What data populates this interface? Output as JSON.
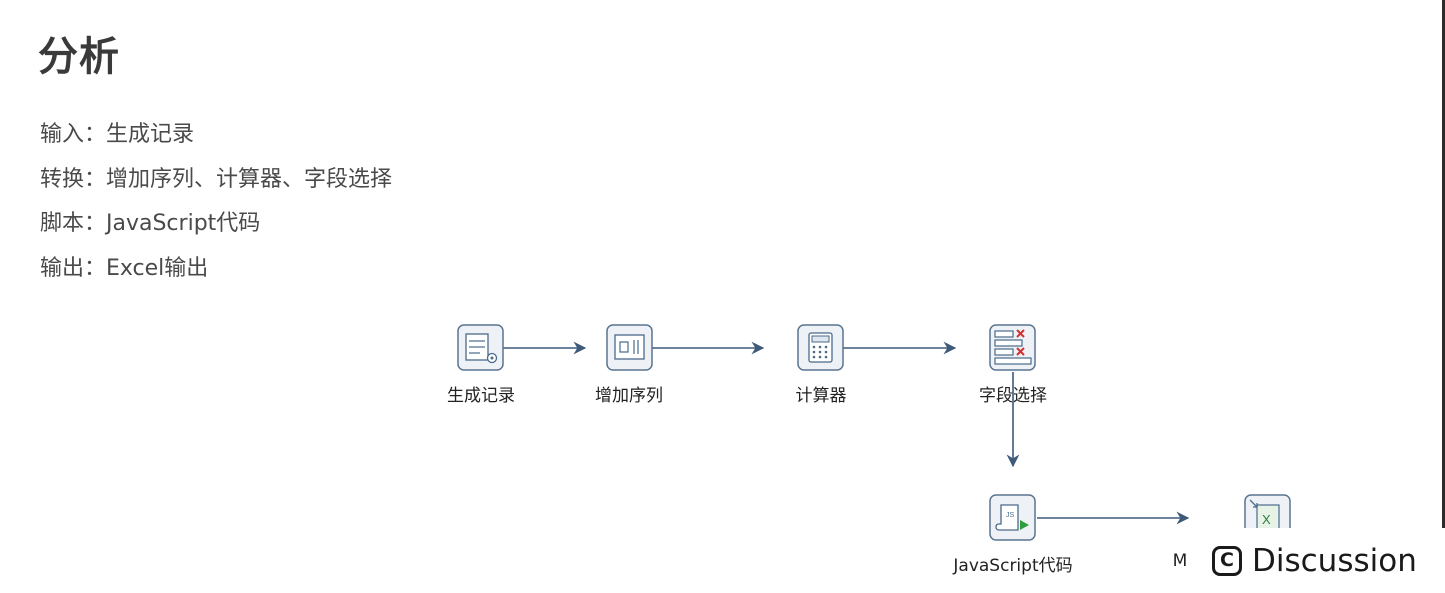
{
  "slide": {
    "title": "分析",
    "lines": [
      "输入：生成记录",
      "转换：增加序列、计算器、字段选择",
      "脚本：JavaScript代码",
      "输出：Excel输出"
    ]
  },
  "flow": {
    "nodes": [
      {
        "name": "generate-rows-step",
        "label": "生成记录",
        "icon": "generate-rows-icon"
      },
      {
        "name": "add-sequence-step",
        "label": "增加序列",
        "icon": "add-sequence-icon"
      },
      {
        "name": "calculator-step",
        "label": "计算器",
        "icon": "calculator-icon"
      },
      {
        "name": "select-values-step",
        "label": "字段选择",
        "icon": "select-values-icon"
      },
      {
        "name": "javascript-step",
        "label": "JavaScript代码",
        "icon": "javascript-icon"
      },
      {
        "name": "excel-output-step",
        "label": "M",
        "icon": "excel-output-icon"
      }
    ],
    "colors": {
      "hop": "#3d5a7a",
      "node_border": "#5a7590",
      "node_fill": "#eef2f6"
    }
  },
  "overlay": {
    "discussion_label": "Discussion",
    "discussion_icon": "copyright-c-icon"
  }
}
